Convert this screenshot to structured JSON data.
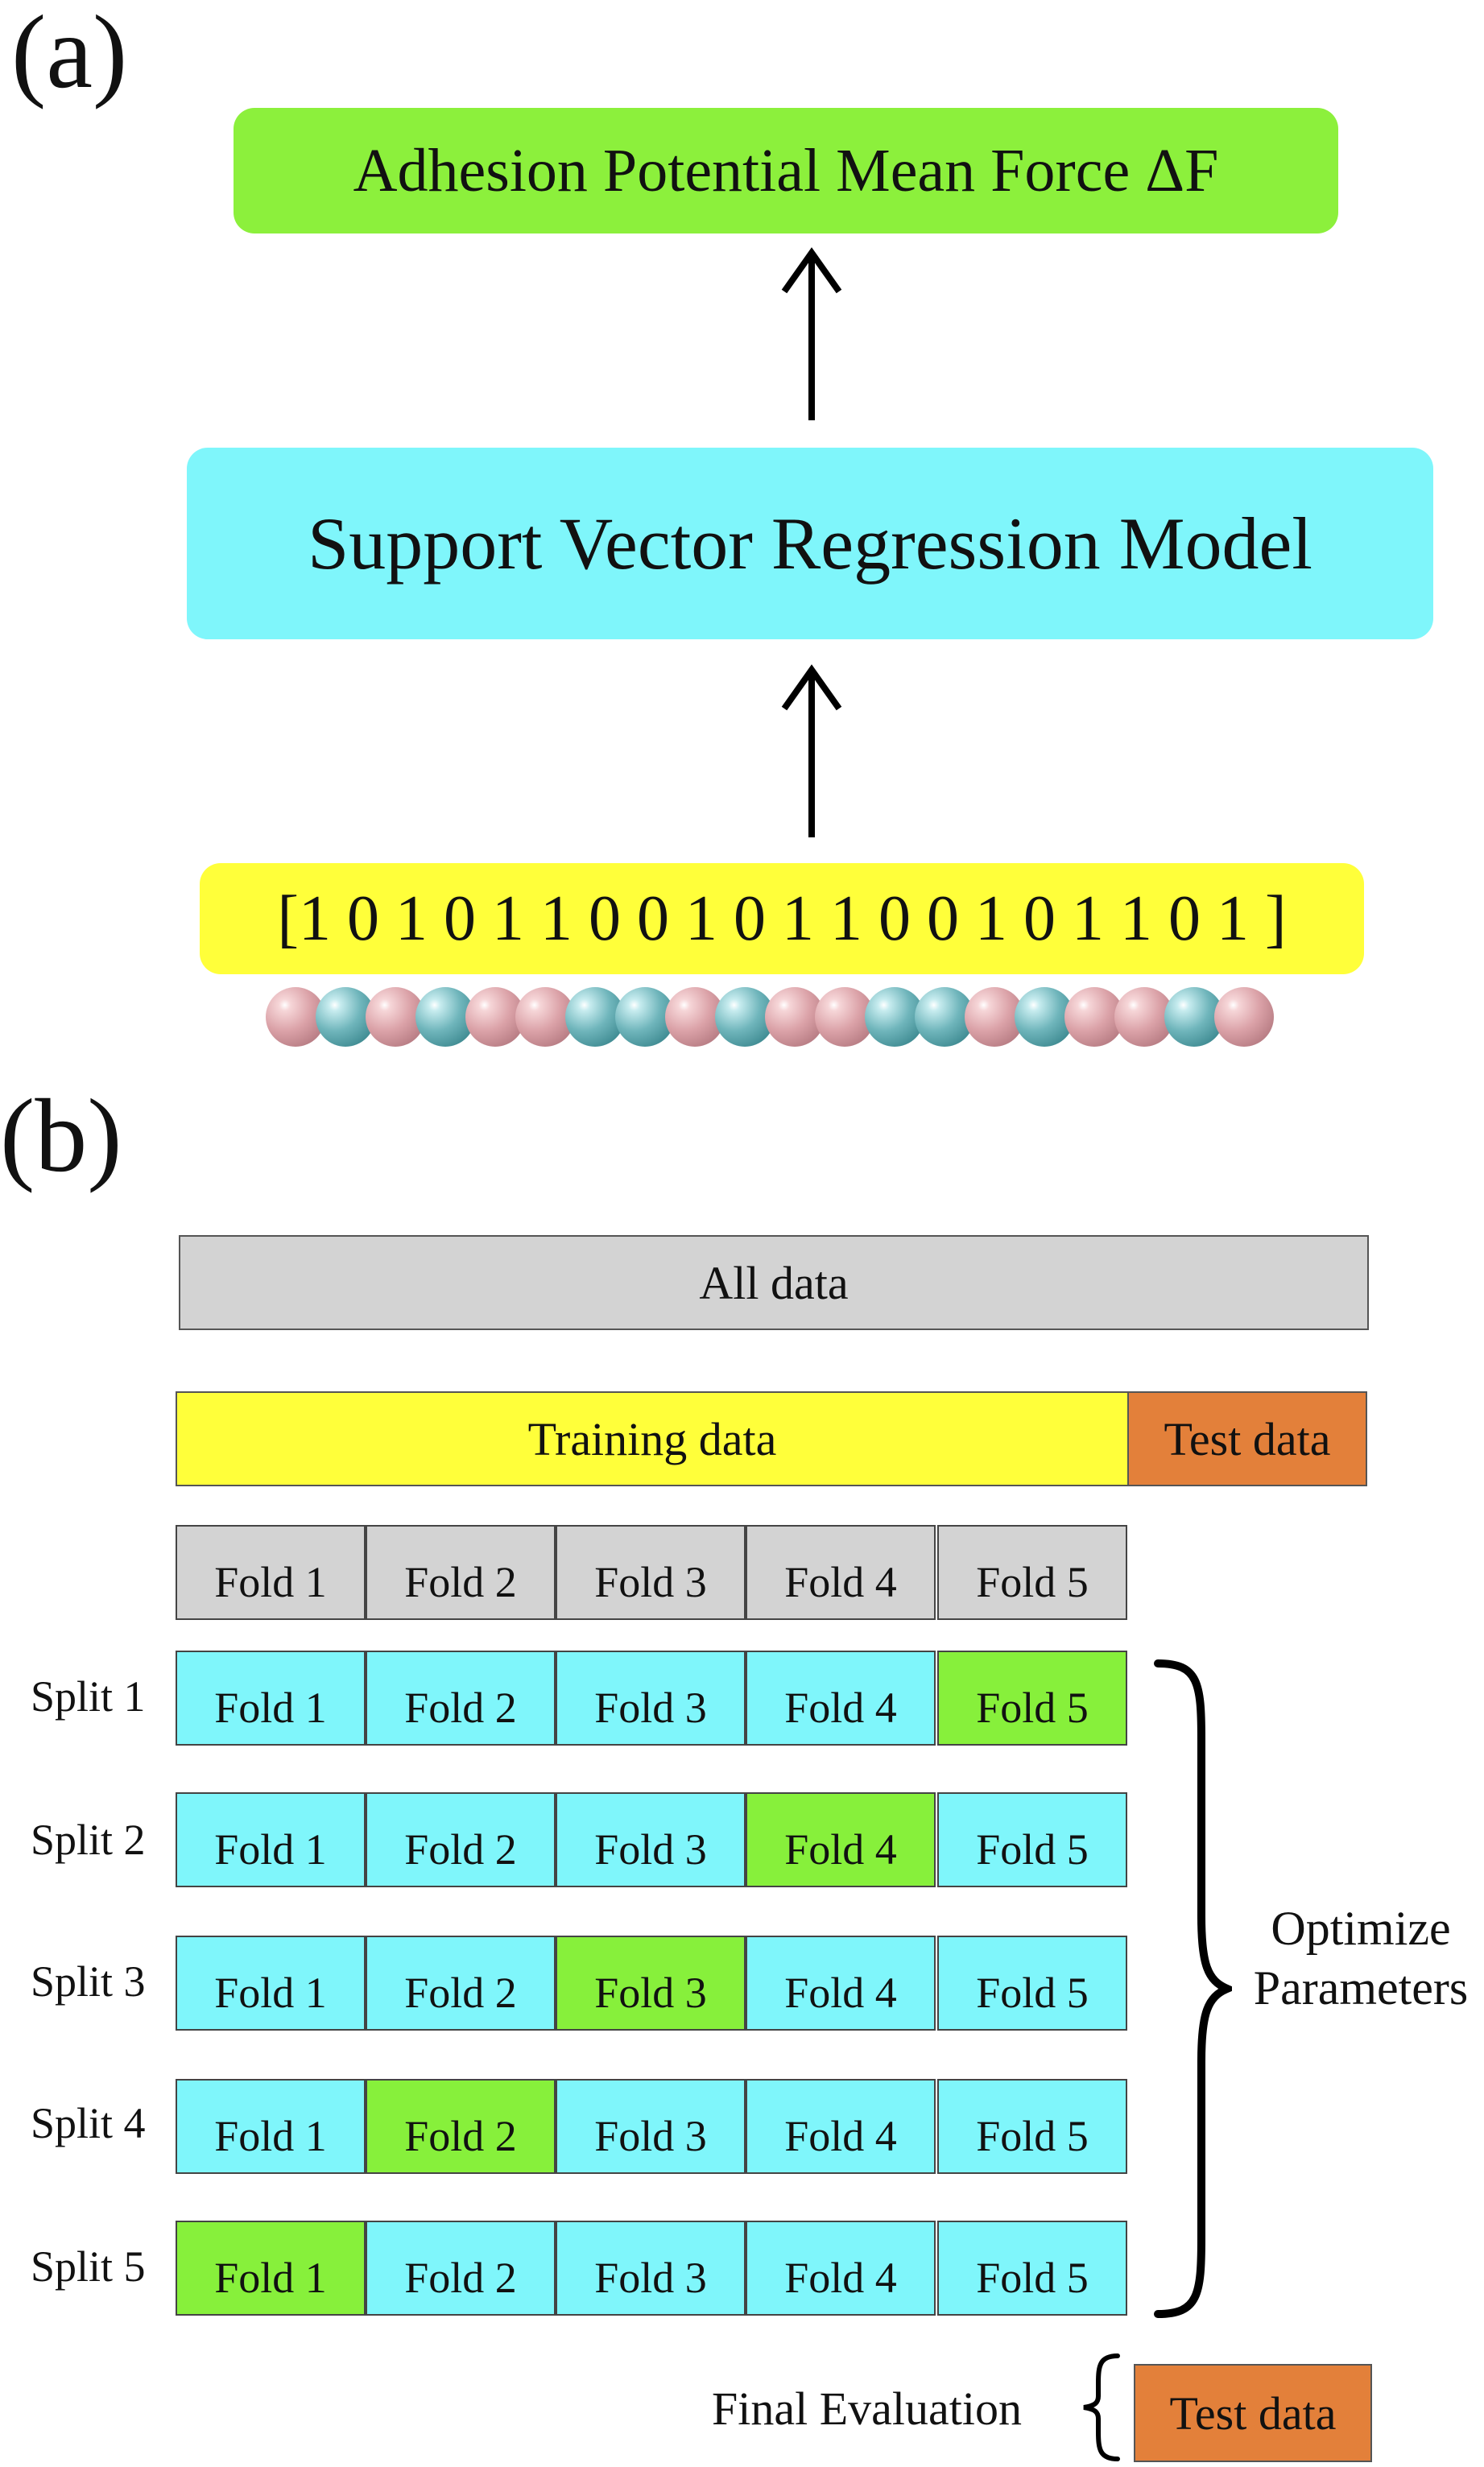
{
  "panel_a": {
    "label": "(a)",
    "output_box": {
      "text": "Adhesion Potential Mean Force ΔF",
      "color": "#8cf03c"
    },
    "model_box": {
      "text": "Support Vector Regression Model",
      "color": "#7ff6fb"
    },
    "input_box": {
      "text": "[1 0 1 0 1 1 0 0 1 0 1 1 0 0 1 0 1 1 0 1 ]",
      "color": "#ffff3a"
    },
    "bead_sequence": [
      1,
      0,
      1,
      0,
      1,
      1,
      0,
      0,
      1,
      0,
      1,
      1,
      0,
      0,
      1,
      0,
      1,
      1,
      0,
      1
    ],
    "bead_colors": {
      "1": "pink",
      "0": "teal"
    }
  },
  "panel_b": {
    "label": "(b)",
    "all_data": "All data",
    "training_data": "Training data",
    "test_data": "Test data",
    "folds_header": [
      "Fold 1",
      "Fold 2",
      "Fold 3",
      "Fold 4",
      "Fold 5"
    ],
    "splits": [
      {
        "label": "Split 1",
        "folds": [
          "Fold 1",
          "Fold 2",
          "Fold 3",
          "Fold 4",
          "Fold 5"
        ],
        "validation_fold": 5
      },
      {
        "label": "Split 2",
        "folds": [
          "Fold 1",
          "Fold 2",
          "Fold 3",
          "Fold 4",
          "Fold 5"
        ],
        "validation_fold": 4
      },
      {
        "label": "Split 3",
        "folds": [
          "Fold 1",
          "Fold 2",
          "Fold 3",
          "Fold 4",
          "Fold 5"
        ],
        "validation_fold": 3
      },
      {
        "label": "Split 4",
        "folds": [
          "Fold 1",
          "Fold 2",
          "Fold 3",
          "Fold 4",
          "Fold 5"
        ],
        "validation_fold": 2
      },
      {
        "label": "Split 5",
        "folds": [
          "Fold 1",
          "Fold 2",
          "Fold 3",
          "Fold 4",
          "Fold 5"
        ],
        "validation_fold": 1
      }
    ],
    "optimize_line1": "Optimize",
    "optimize_line2": "Parameters",
    "final_evaluation": "Final Evaluation",
    "final_test_data": "Test data"
  }
}
